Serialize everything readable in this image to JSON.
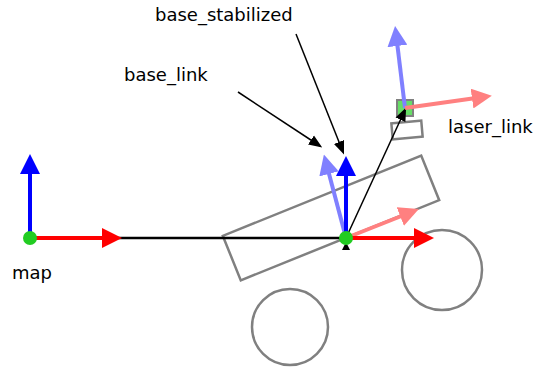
{
  "diagram": {
    "labels": [
      "base_stabilized",
      "base_link",
      "laser_link",
      "map"
    ]
  }
}
